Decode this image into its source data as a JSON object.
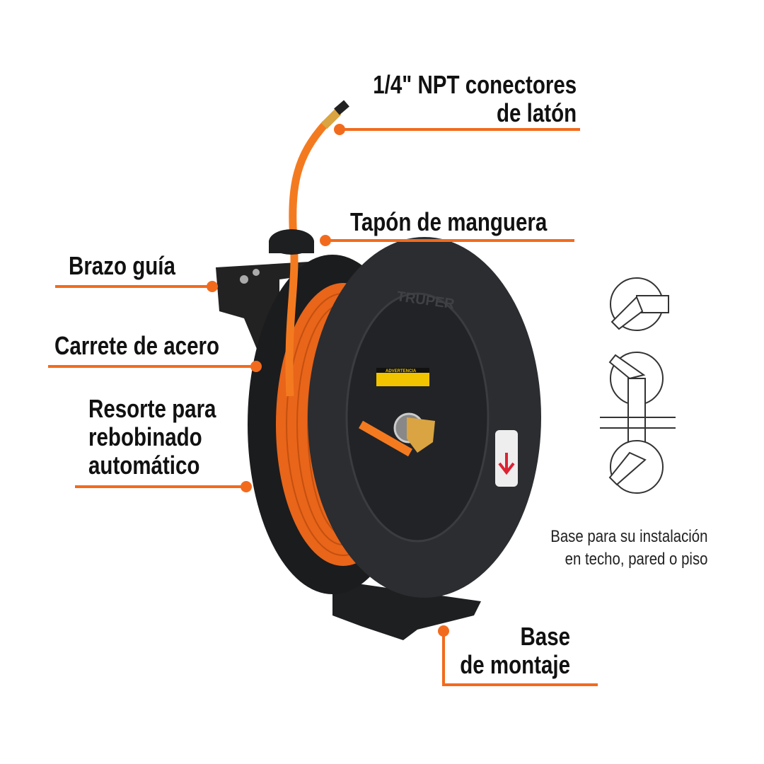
{
  "callouts": {
    "connectors": {
      "line1": "1/4\" NPT conectores",
      "line2": "de latón"
    },
    "hose_stop": "Tapón de manguera",
    "guide_arm": "Brazo guía",
    "steel_reel": "Carrete de acero",
    "spring": {
      "line1": "Resorte para",
      "line2": "rebobinado",
      "line3": "automático"
    },
    "mount_base": {
      "line1": "Base",
      "line2": "de montaje"
    }
  },
  "install_note": {
    "line1": "Base para su instalación",
    "line2": "en techo, pared o piso"
  },
  "product": {
    "brand": "TRUPER",
    "warning_label": "ADVERTENCIA"
  },
  "colors": {
    "accent": "#f26b1d",
    "reel": "#2b2d30",
    "hose": "#f47a20",
    "brass": "#d9a441"
  }
}
